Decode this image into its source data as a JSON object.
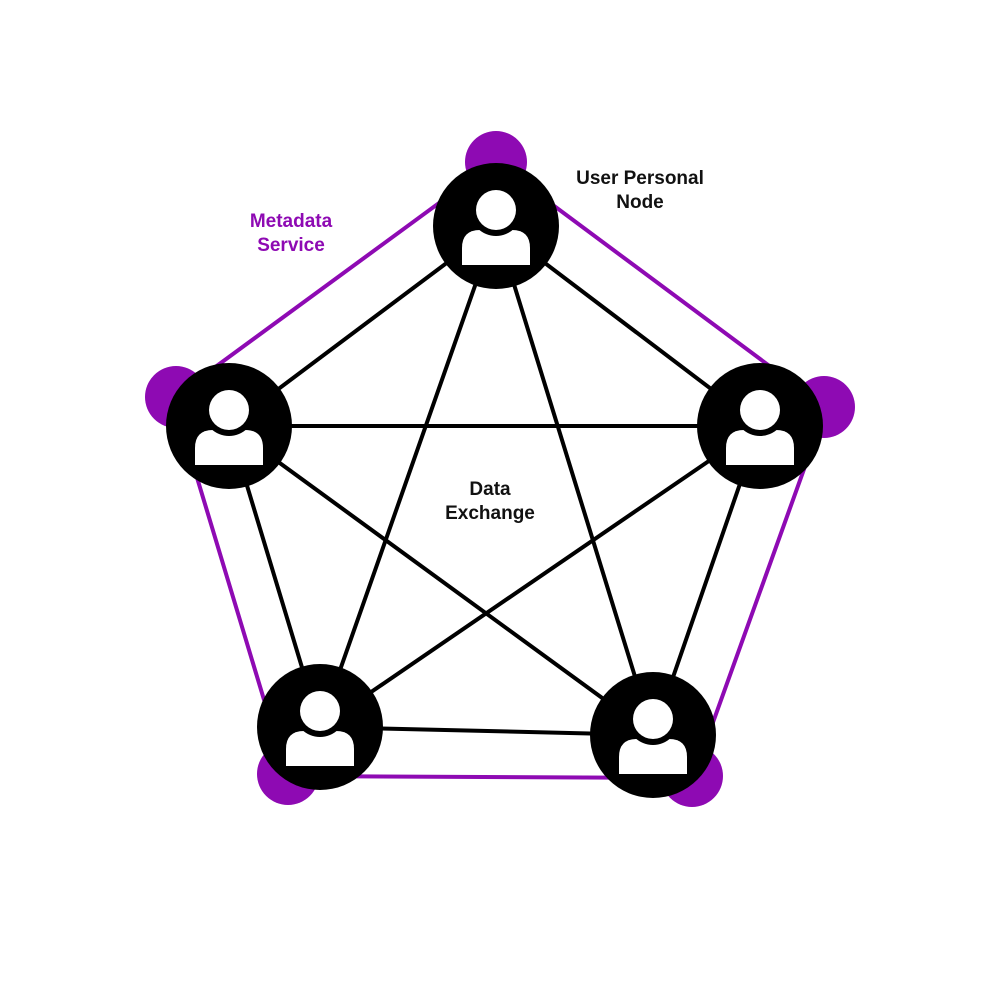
{
  "labels": {
    "user_node_line1": "User Personal",
    "user_node_line2": "Node",
    "metadata_line1": "Metadata",
    "metadata_line2": "Service",
    "exchange_line1": "Data",
    "exchange_line2": "Exchange"
  },
  "colors": {
    "accent": "#8e0ab3",
    "node": "#000000",
    "link": "#000000",
    "icon": "#ffffff"
  },
  "icons": {
    "node": "user-icon"
  },
  "nodes": [
    {
      "id": "top"
    },
    {
      "id": "right"
    },
    {
      "id": "bottom-right"
    },
    {
      "id": "bottom-left"
    },
    {
      "id": "left"
    }
  ],
  "metadata_nodes": [
    {
      "id": "top"
    },
    {
      "id": "right"
    },
    {
      "id": "bottom-right"
    },
    {
      "id": "bottom-left"
    },
    {
      "id": "left"
    }
  ]
}
